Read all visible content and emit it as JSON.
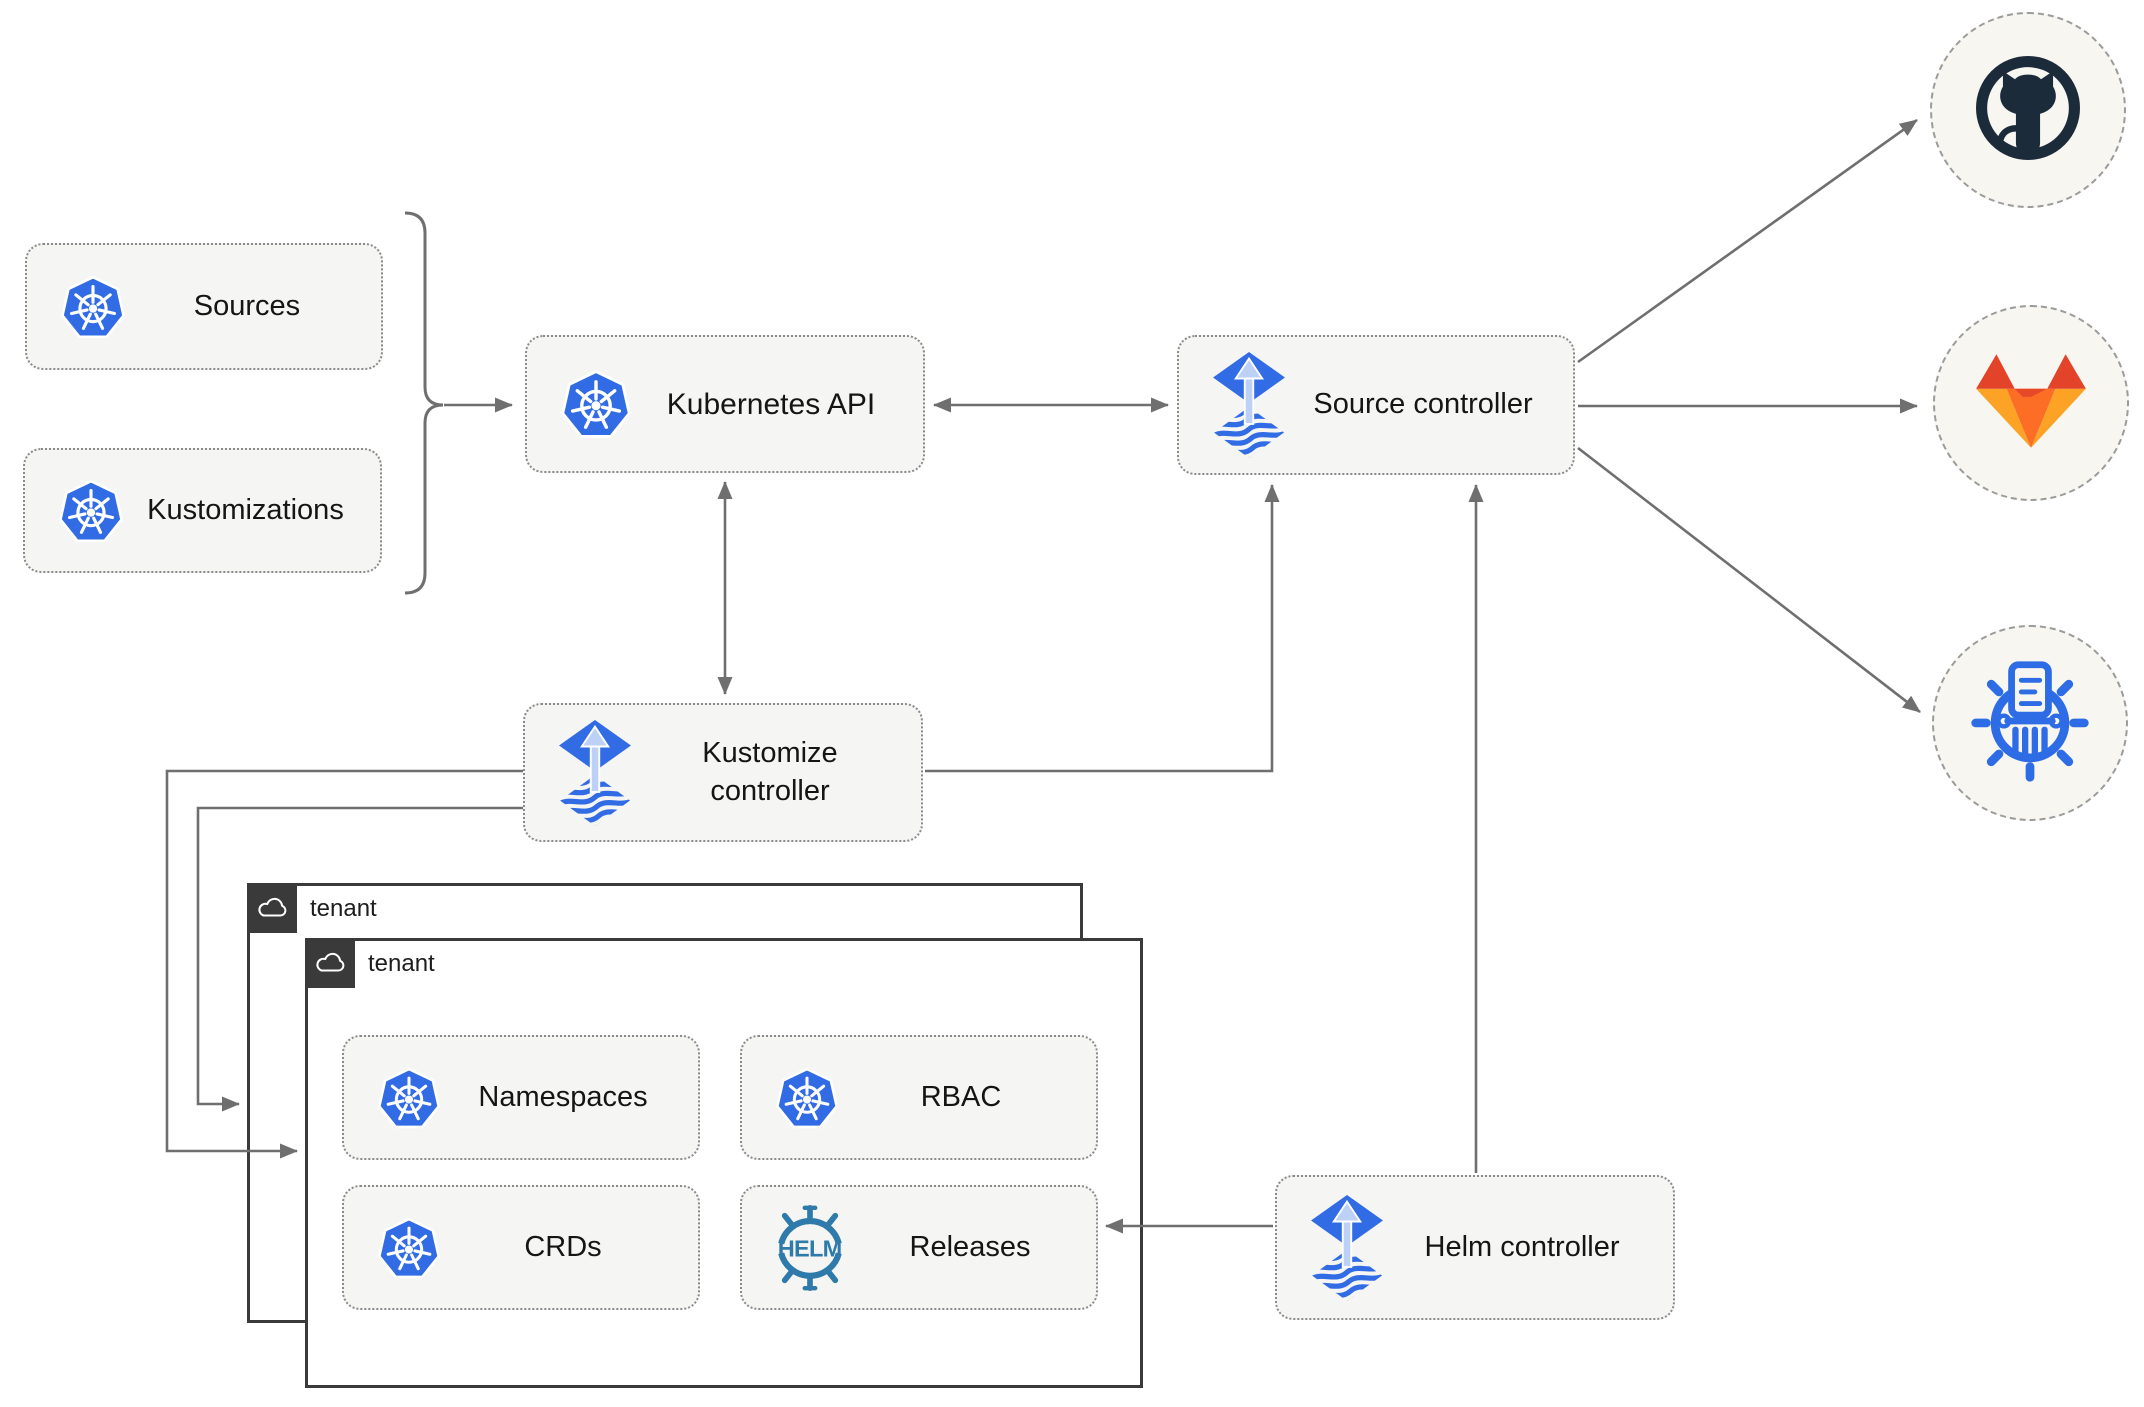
{
  "nodes": {
    "sources": {
      "label": "Sources",
      "icon": "kubernetes-icon"
    },
    "kustomizations": {
      "label": "Kustomizations",
      "icon": "kubernetes-icon"
    },
    "kubernetes_api": {
      "label": "Kubernetes API",
      "icon": "kubernetes-icon"
    },
    "source_controller": {
      "label": "Source controller",
      "icon": "flux-icon"
    },
    "kustomize_controller": {
      "label": "Kustomize controller",
      "icon": "flux-icon"
    },
    "helm_controller": {
      "label": "Helm controller",
      "icon": "flux-icon"
    },
    "namespaces": {
      "label": "Namespaces",
      "icon": "kubernetes-icon"
    },
    "rbac": {
      "label": "RBAC",
      "icon": "kubernetes-icon"
    },
    "crds": {
      "label": "CRDs",
      "icon": "kubernetes-icon"
    },
    "releases": {
      "label": "Releases",
      "icon": "helm-icon"
    }
  },
  "groups": {
    "outer_tenant": {
      "label": "tenant",
      "icon": "cloud-icon"
    },
    "inner_tenant": {
      "label": "tenant",
      "icon": "cloud-icon"
    }
  },
  "external_endpoints": [
    {
      "icon": "github-icon"
    },
    {
      "icon": "gitlab-icon"
    },
    {
      "icon": "helm-repository-icon"
    }
  ],
  "colors": {
    "kubernetes_blue": "#326ce5",
    "flux_blue": "#316ce4",
    "flux_light_arrow": "#bdd0f5",
    "helm_teal": "#2e7bab",
    "github_dark": "#1b2b3a",
    "gitlab_dark_orange": "#e24329",
    "gitlab_orange": "#fc6d26",
    "gitlab_light_orange": "#fca326",
    "helm_repo_blue": "#2d6ce5",
    "arrow_gray": "#6f6f6f",
    "node_fill": "#f5f5f3",
    "tenant_dark": "#3a3a3a"
  }
}
